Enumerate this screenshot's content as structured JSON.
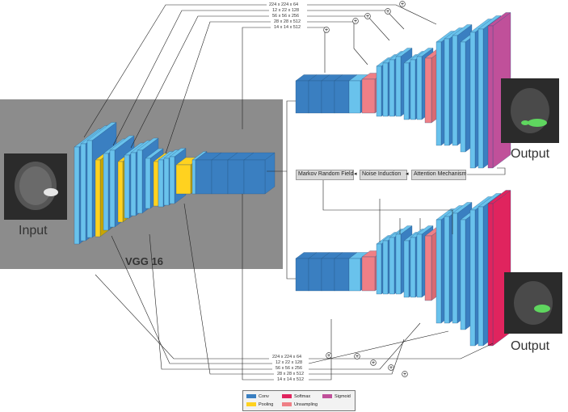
{
  "labels": {
    "input": "Input",
    "output_top": "Output",
    "output_bottom": "Output",
    "vgg": "VGG 16"
  },
  "pipeline": [
    "Markov Random Field",
    "Noise Induction",
    "Attention Mechanism"
  ],
  "dims_top": [
    "224 x 224 x 64",
    "12 x 22 x 128",
    "56 x 56 x 256",
    "28 x 28 x 512",
    "14 x 14 x 512"
  ],
  "dims_bottom": [
    "224 x 224 x 64",
    "12 x 22 x 128",
    "56 x 56 x 256",
    "28 x 28 x 512",
    "14 x 14 x 512"
  ],
  "legend": [
    {
      "label": "Conv",
      "color": "#3a7fc1"
    },
    {
      "label": "Softmax",
      "color": "#e0245e"
    },
    {
      "label": "Sigmoid",
      "color": "#c0509a"
    },
    {
      "label": "Pooling",
      "color": "#ffd21f"
    },
    {
      "label": "Unsampling",
      "color": "#ef7f86"
    }
  ],
  "colors": {
    "conv_front": "#3a7fc1",
    "conv_side": "#69c2ec",
    "pooling": "#ffd21f",
    "upsampling": "#ef7f86",
    "softmax": "#e0245e",
    "sigmoid": "#c0509a",
    "encoder_bg": "#8c8c8c"
  }
}
